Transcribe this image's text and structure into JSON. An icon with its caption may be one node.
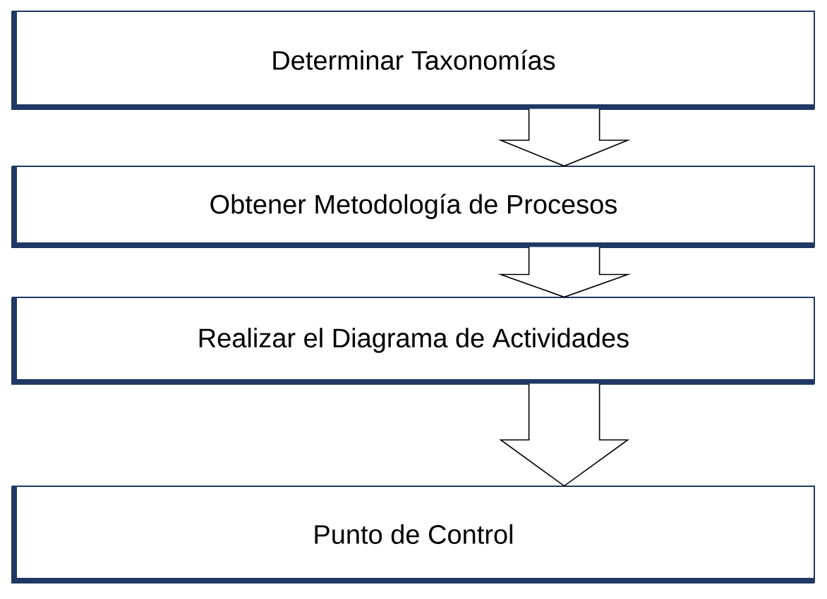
{
  "diagram": {
    "nodes": [
      {
        "text": [
          "Determinar  Taxonomías"
        ]
      },
      {
        "text": [
          "Obtener Metodología de Procesos"
        ]
      },
      {
        "text": [
          "Realizar el Diagrama de Actividades"
        ]
      },
      {
        "text": [
          "Punto de Control"
        ]
      }
    ],
    "edges": [
      {
        "from": 0,
        "to": 1,
        "arrow": "to"
      },
      {
        "from": 1,
        "to": 2,
        "arrow": "to"
      },
      {
        "from": 2,
        "to": 3,
        "arrow": "to"
      }
    ]
  }
}
